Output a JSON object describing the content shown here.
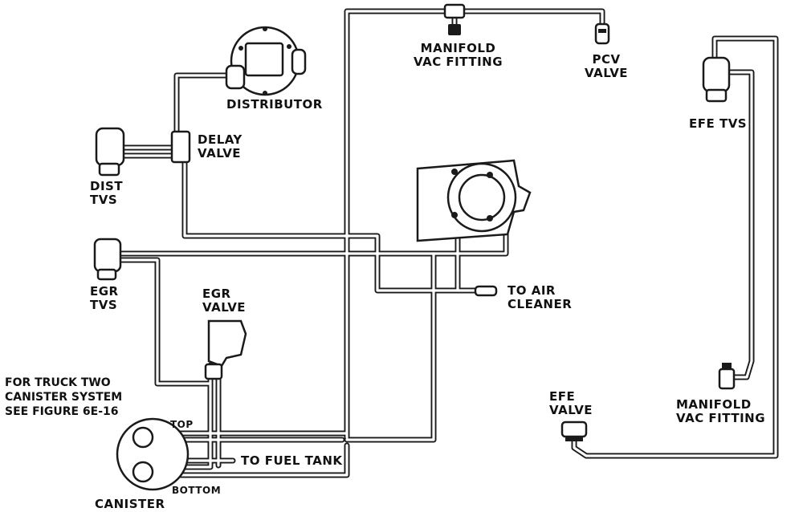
{
  "labels": {
    "manifold_vac_fitting_top": "MANIFOLD\nVAC FITTING",
    "pcv_valve": "PCV\nVALVE",
    "distributor": "DISTRIBUTOR",
    "delay_valve": "DELAY\nVALVE",
    "dist_tvs": "DIST\nTVS",
    "egr_tvs": "EGR\nTVS",
    "egr_valve": "EGR\nVALVE",
    "to_air_cleaner": "TO AIR\nCLEANER",
    "efe_tvs": "EFE TVS",
    "efe_valve": "EFE\nVALVE",
    "manifold_vac_fitting_right": "MANIFOLD\nVAC FITTING",
    "note": "FOR TRUCK TWO\nCANISTER SYSTEM\nSEE FIGURE 6E-16",
    "top": "TOP",
    "to_fuel_tank": "TO FUEL TANK",
    "bottom": "BOTTOM",
    "canister": "CANISTER"
  }
}
